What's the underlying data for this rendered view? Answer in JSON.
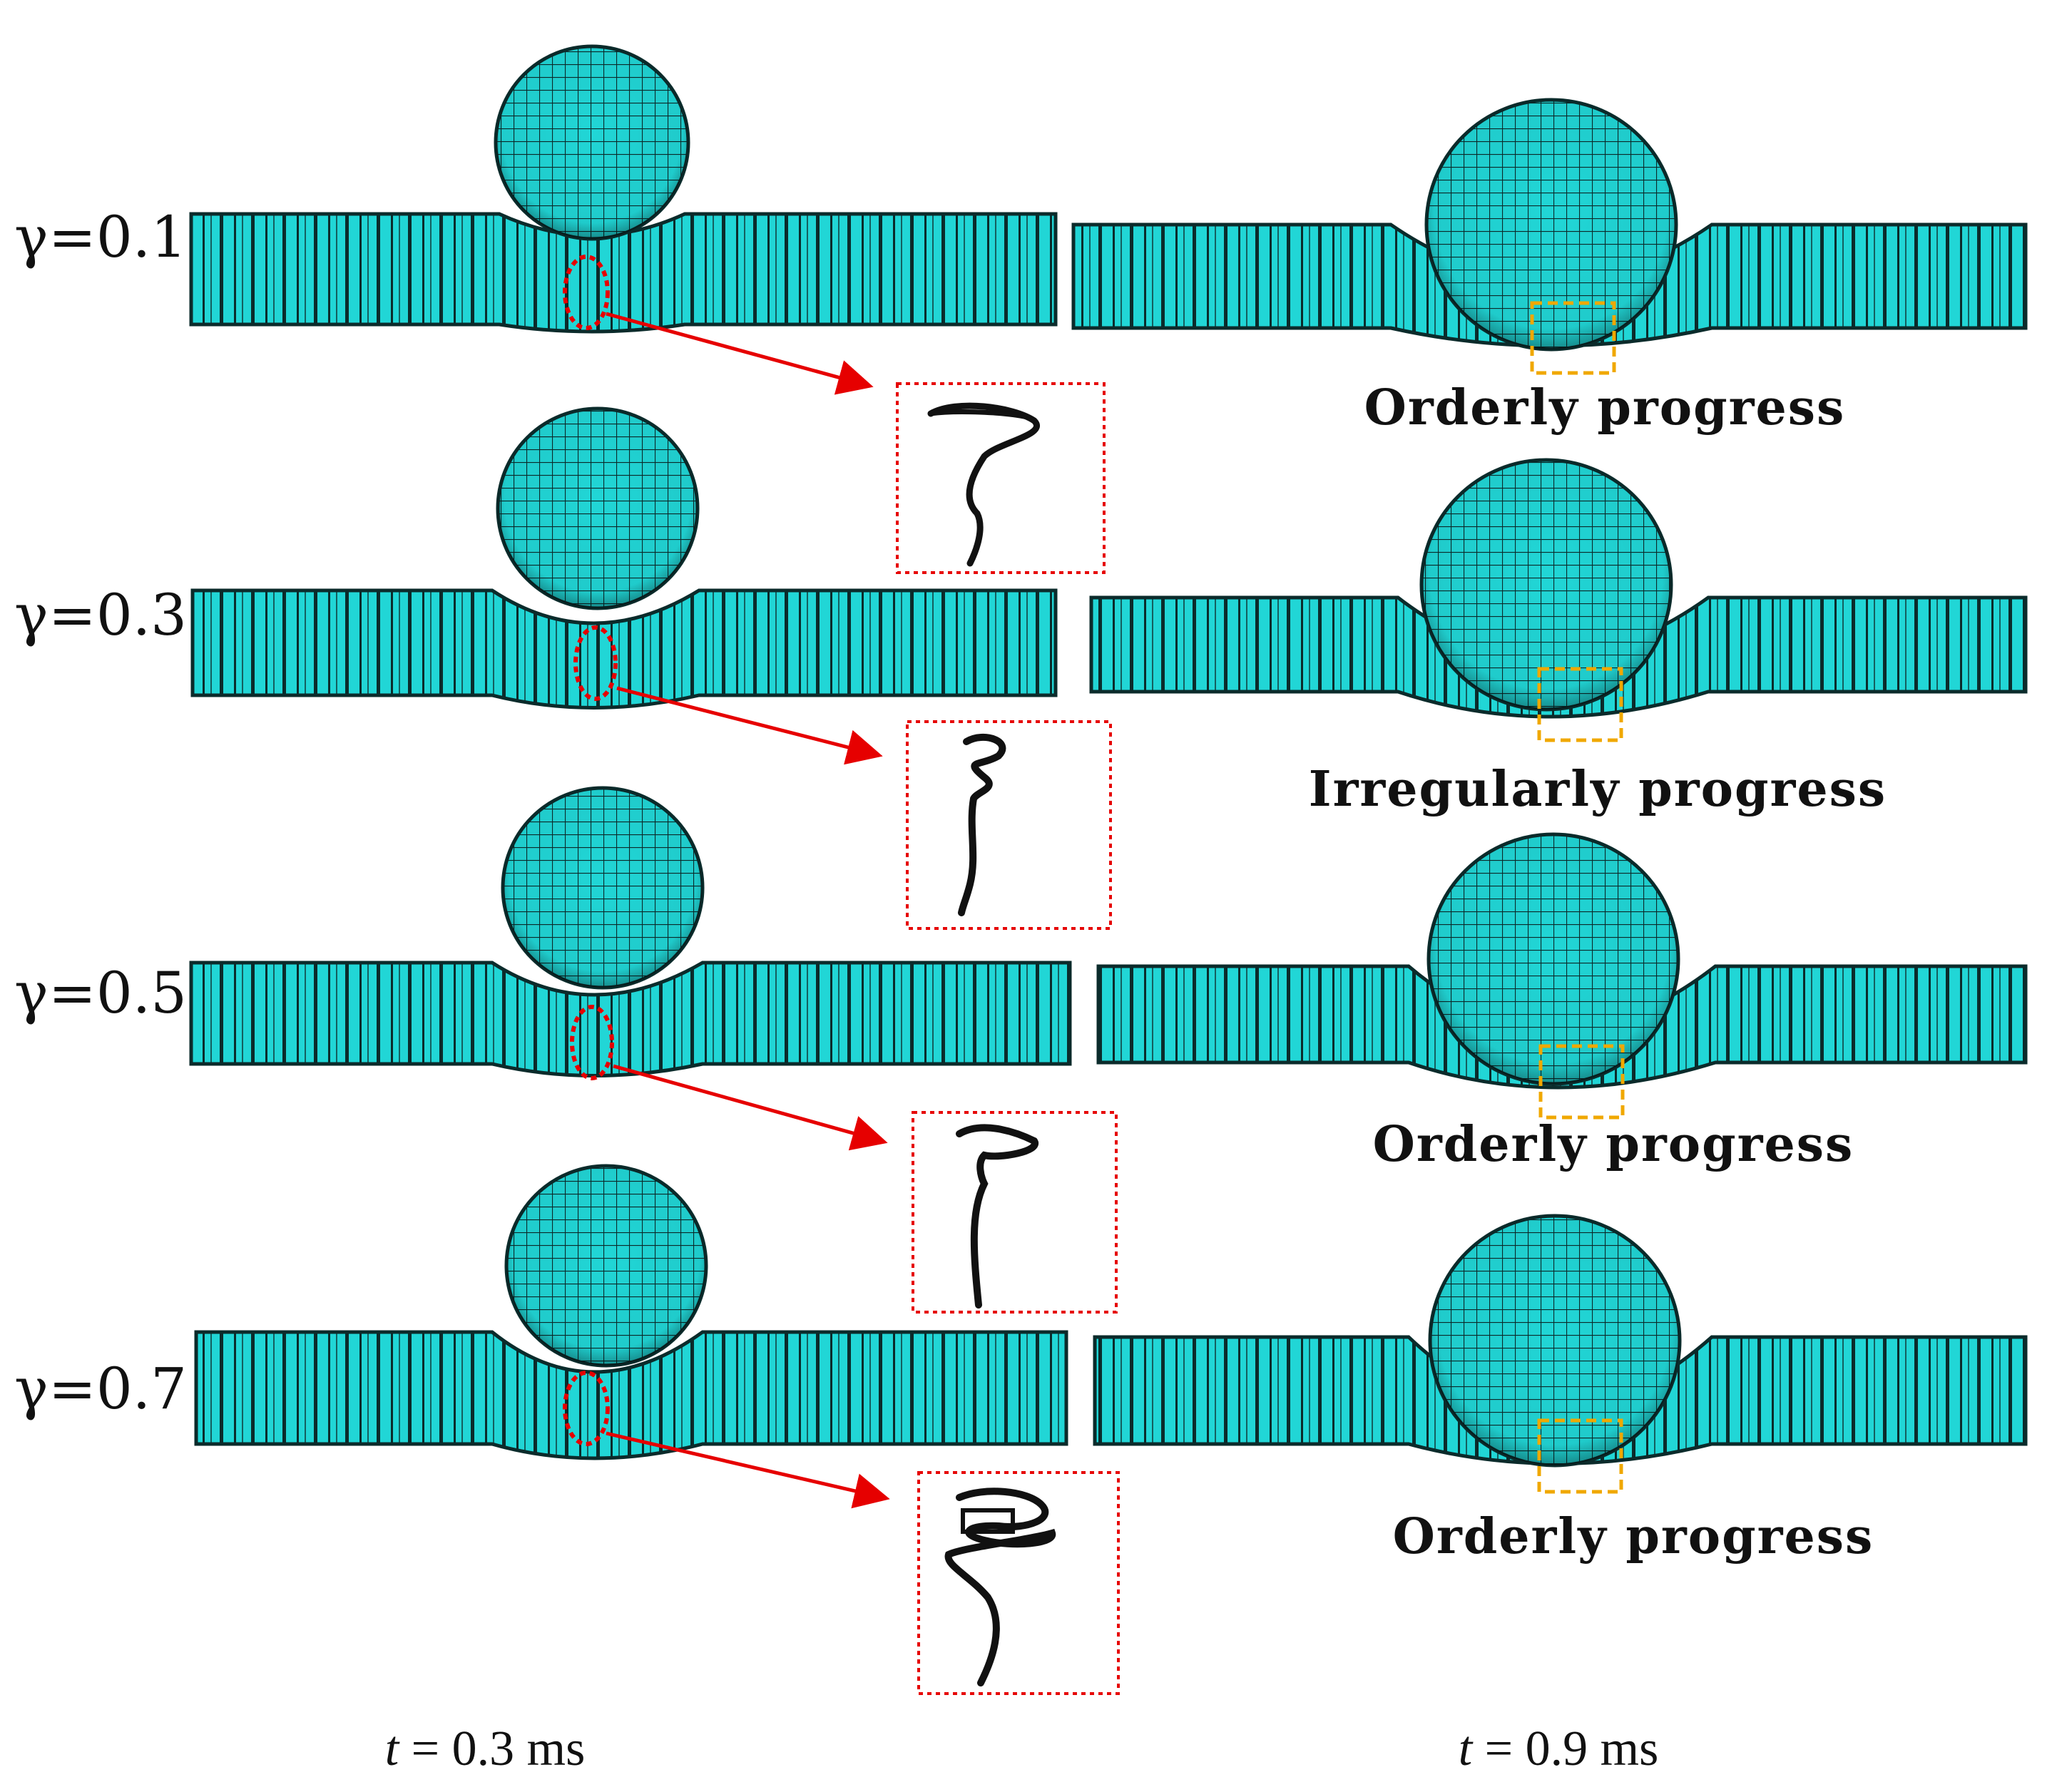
{
  "rows": [
    {
      "gamma_label": "γ=0.1",
      "progress_label": "Orderly progress"
    },
    {
      "gamma_label": "γ=0.3",
      "progress_label": "Irregularly progress"
    },
    {
      "gamma_label": "γ=0.5",
      "progress_label": "Orderly progress"
    },
    {
      "gamma_label": "γ=0.7",
      "progress_label": "Orderly progress"
    }
  ],
  "columns": [
    {
      "time_var": "t",
      "time_value": " = 0.3 ms"
    },
    {
      "time_var": "t",
      "time_value": " = 0.9 ms"
    }
  ],
  "colors": {
    "mesh_fill": "#21D6D6",
    "mesh_line": "#0b2b2b",
    "circle_marker": "#E60000",
    "arrow": "#E60000",
    "inset_border": "#E60000",
    "box_marker": "#F0A800"
  }
}
